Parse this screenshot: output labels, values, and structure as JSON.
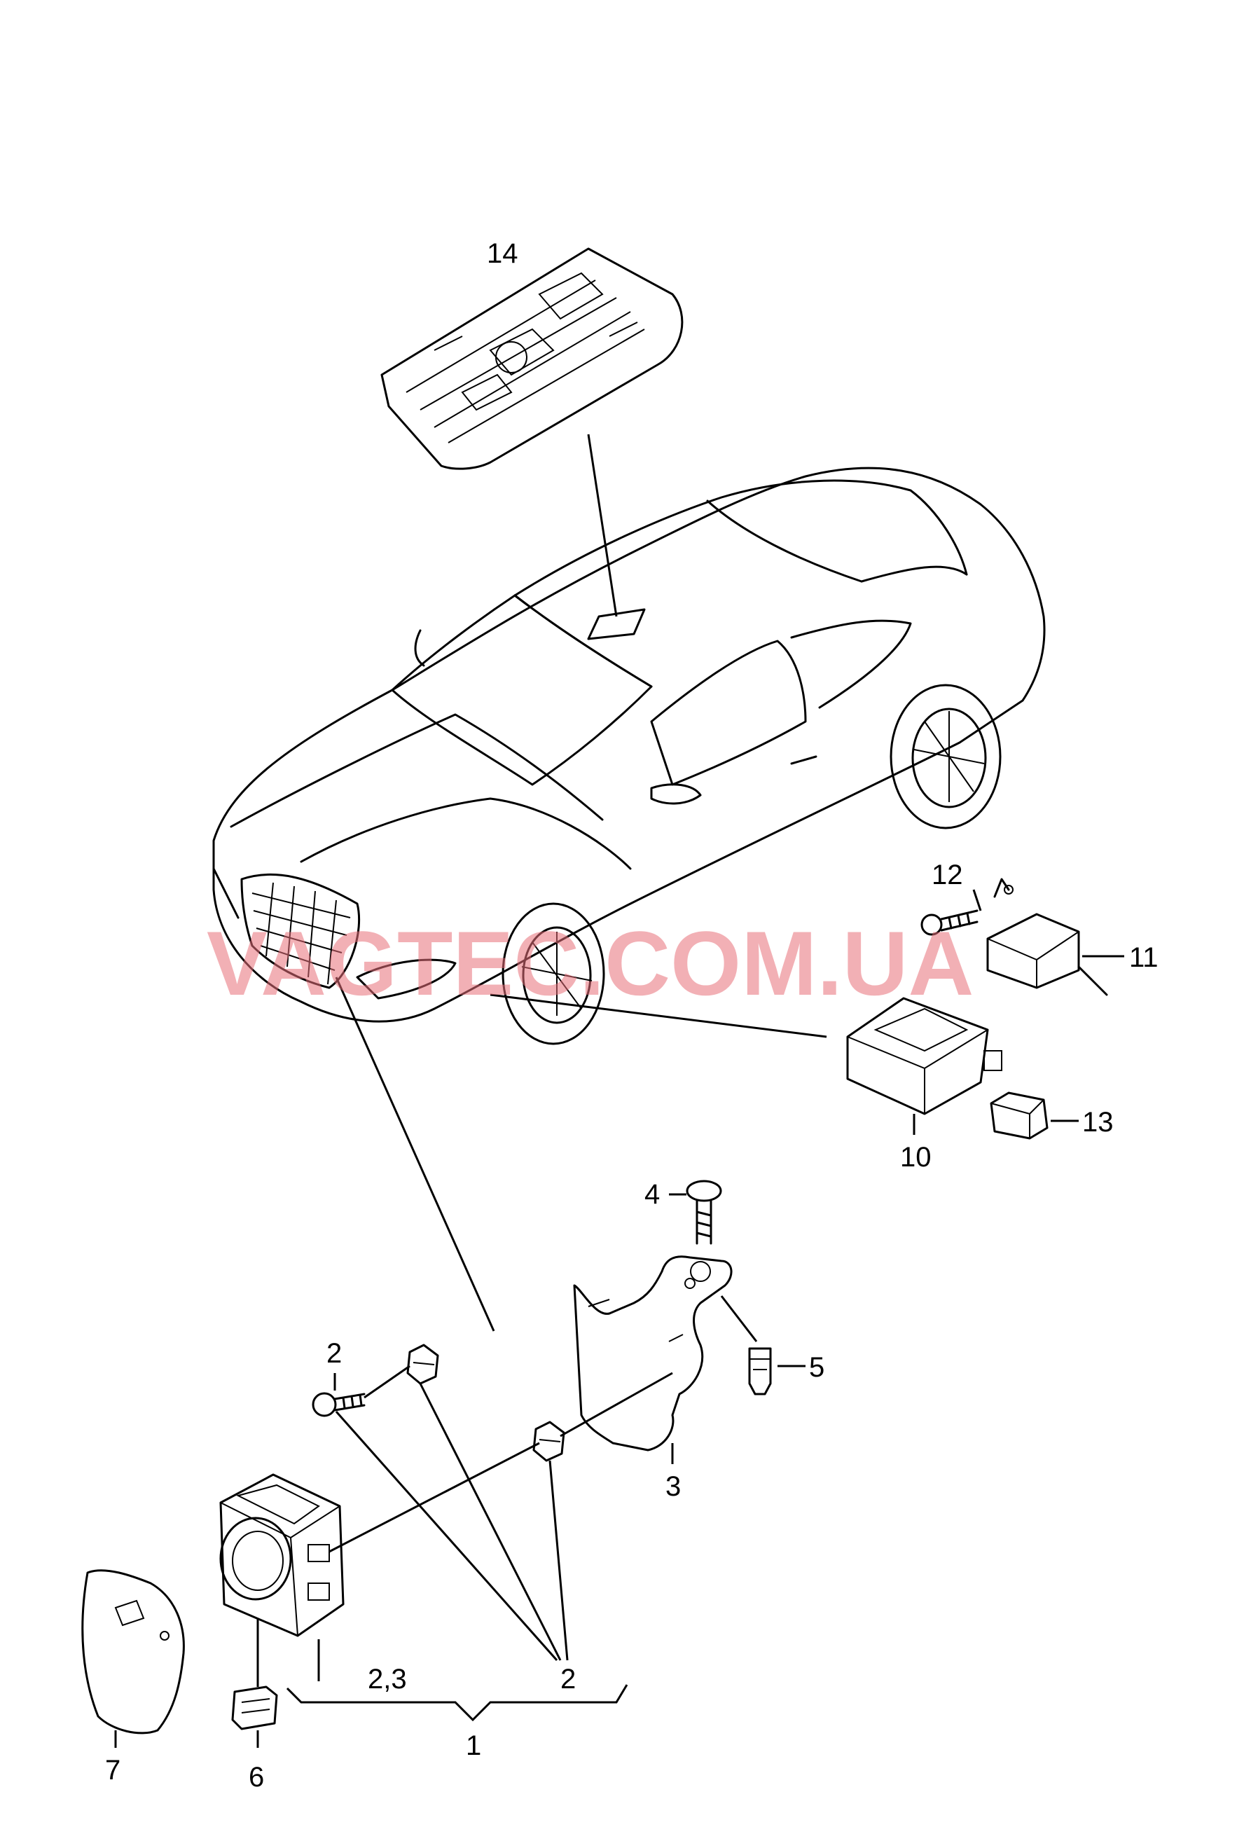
{
  "watermark": "VAGTEC.COM.UA",
  "callouts": {
    "c1": "1",
    "c2a": "2",
    "c2b": "2",
    "c23": "2,3",
    "c3": "3",
    "c4": "4",
    "c5": "5",
    "c6": "6",
    "c7": "7",
    "c10": "10",
    "c11": "11",
    "c12": "12",
    "c13": "13",
    "c14": "14"
  },
  "colors": {
    "line": "#000000",
    "watermark": "#e8707a",
    "background": "#ffffff"
  }
}
